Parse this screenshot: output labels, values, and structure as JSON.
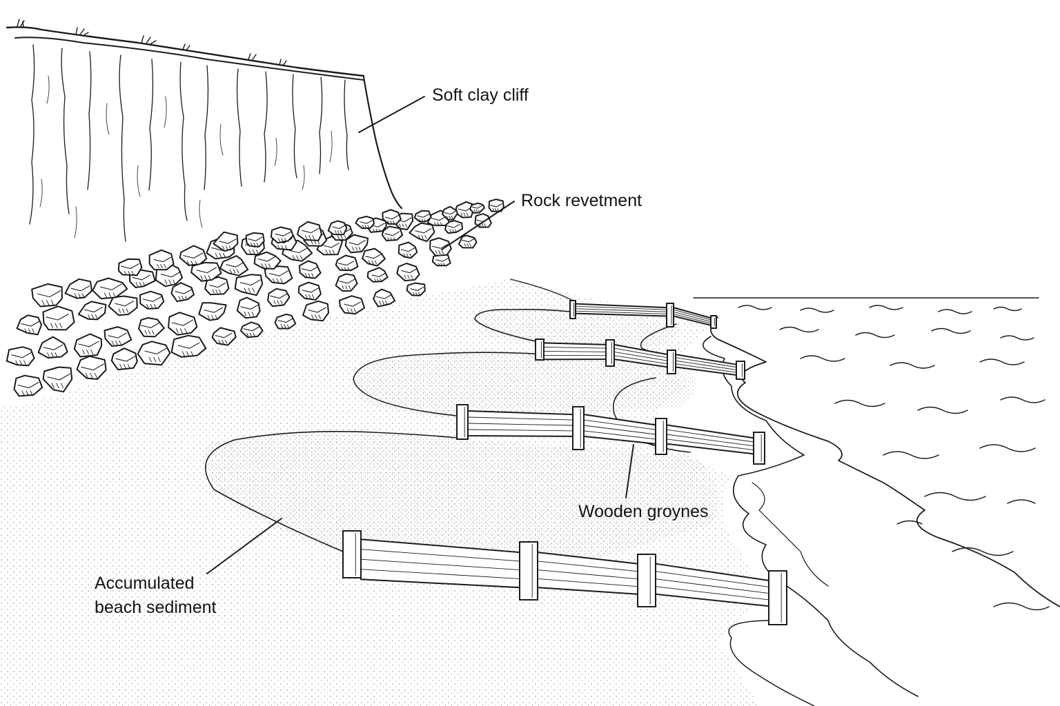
{
  "labels": {
    "cliff": "Soft clay cliff",
    "revetment": "Rock revetment",
    "groynes": "Wooden groynes",
    "sediment_line1": "Accumulated",
    "sediment_line2": "beach sediment"
  },
  "colors": {
    "ink": "#1a1a1a",
    "background": "#ffffff",
    "sand_dot": "#8a8a8a"
  }
}
